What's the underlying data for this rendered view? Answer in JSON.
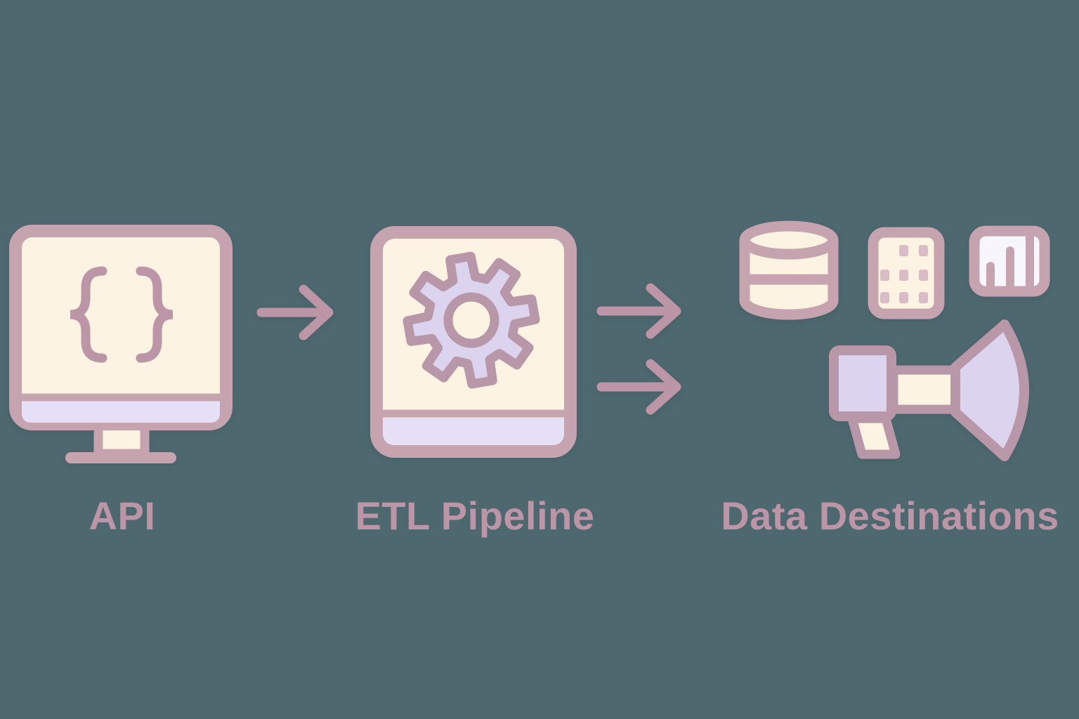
{
  "diagram": {
    "title": "API to ETL Pipeline to Data Destinations flow",
    "background_color": "#4d686e",
    "nodes": [
      {
        "id": "api",
        "label": "API",
        "icon": "monitor-code-icon"
      },
      {
        "id": "etl-pipeline",
        "label": "ETL Pipeline",
        "icon": "gear-app-icon"
      },
      {
        "id": "data-destinations",
        "label": "Data Destinations",
        "icons": [
          "database-icon",
          "spreadsheet-grid-icon",
          "bar-chart-icon",
          "megaphone-icon"
        ]
      }
    ],
    "connectors": [
      {
        "from": "api",
        "to": "etl-pipeline",
        "type": "single-right-arrow"
      },
      {
        "from": "etl-pipeline",
        "to": "data-destinations",
        "type": "double-right-arrow"
      }
    ],
    "colors": {
      "background": "#4d686e",
      "outline": "#c6a4af",
      "outline_dark": "#b897a8",
      "arrow": "#bc96a6",
      "label_text": "#bc96a6",
      "cream_fill": "#fdf3e2",
      "lavender_fill": "#e6e0f7",
      "gear_fill": "#dcd3ee",
      "chart_panel_fill": "#f7f6fd",
      "grid_dot": "#d9bcc6"
    }
  }
}
